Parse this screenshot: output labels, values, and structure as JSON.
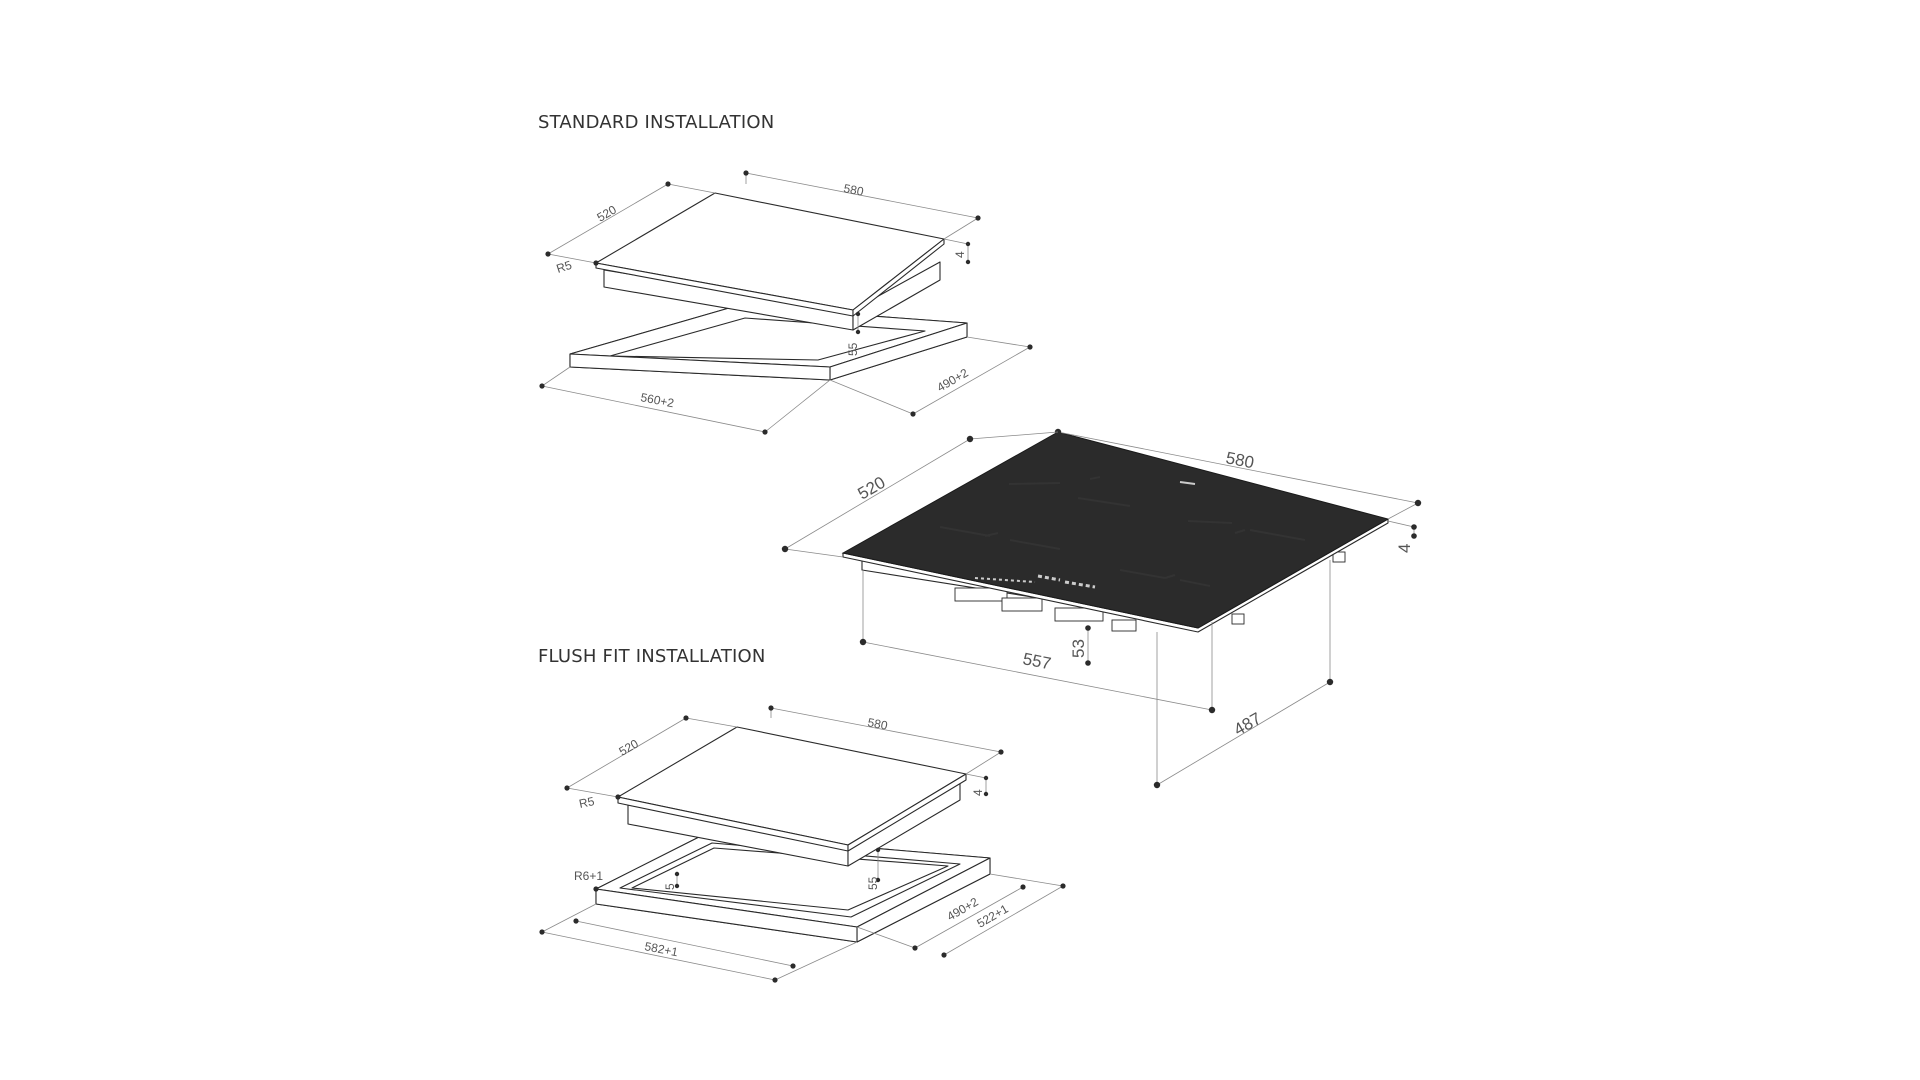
{
  "sections": {
    "standard_title": "STANDARD INSTALLATION",
    "flush_title": "FLUSH FIT INSTALLATION"
  },
  "standard": {
    "width": "580",
    "depth": "520",
    "radius": "R5",
    "thickness": "4",
    "body_height": "55",
    "cutout_width": "560+2",
    "cutout_depth": "490+2"
  },
  "product": {
    "width": "580",
    "depth": "520",
    "thickness": "4",
    "body_height": "53",
    "body_width": "557",
    "body_depth": "487"
  },
  "flush": {
    "width": "580",
    "depth": "520",
    "radius": "R5",
    "thickness": "4",
    "body_height": "55",
    "rebate_radius": "R6+1",
    "rebate_depth": "5",
    "rebate_width": "582+1",
    "cutout_depth": "490+2",
    "rebate_outer_depth": "522+1"
  },
  "colors": {
    "line": "#8a8a8a",
    "outline": "#2a2a2a",
    "text": "#333333"
  }
}
